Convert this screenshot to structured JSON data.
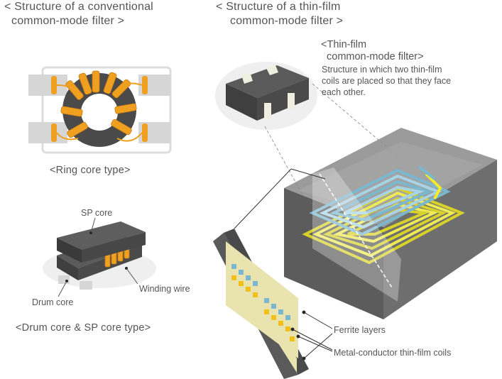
{
  "left": {
    "heading_line1": "< Structure of a conventional",
    "heading_line2": "common-mode filter >",
    "ring_caption": "<Ring core type>",
    "drum": {
      "sp_core_label": "SP core",
      "winding_label": "Winding wire",
      "drum_label": "Drum core",
      "caption": "<Drum core & SP core type>"
    }
  },
  "right": {
    "heading_line1": "< Structure of a thin-film",
    "heading_line2": "common-mode filter >",
    "thinfilm_title_line1": "<Thin-film",
    "thinfilm_title_line2": "common-mode filter>",
    "thinfilm_desc_line1": "Structure in which two thin-film",
    "thinfilm_desc_line2": "coils are placed so that they face",
    "thinfilm_desc_line3": "each other.",
    "ferrite_label": "Ferrite layers",
    "metal_label": "Metal-conductor thin-film coils"
  },
  "colors": {
    "ferrite_dark": "#555555",
    "coil_orange": "#f0a020",
    "coil_blue": "#7ab8d0",
    "coil_yellow": "#f3ea2a",
    "layer_beige": "#e9e3b0",
    "background_ellipse": "#efefef"
  }
}
